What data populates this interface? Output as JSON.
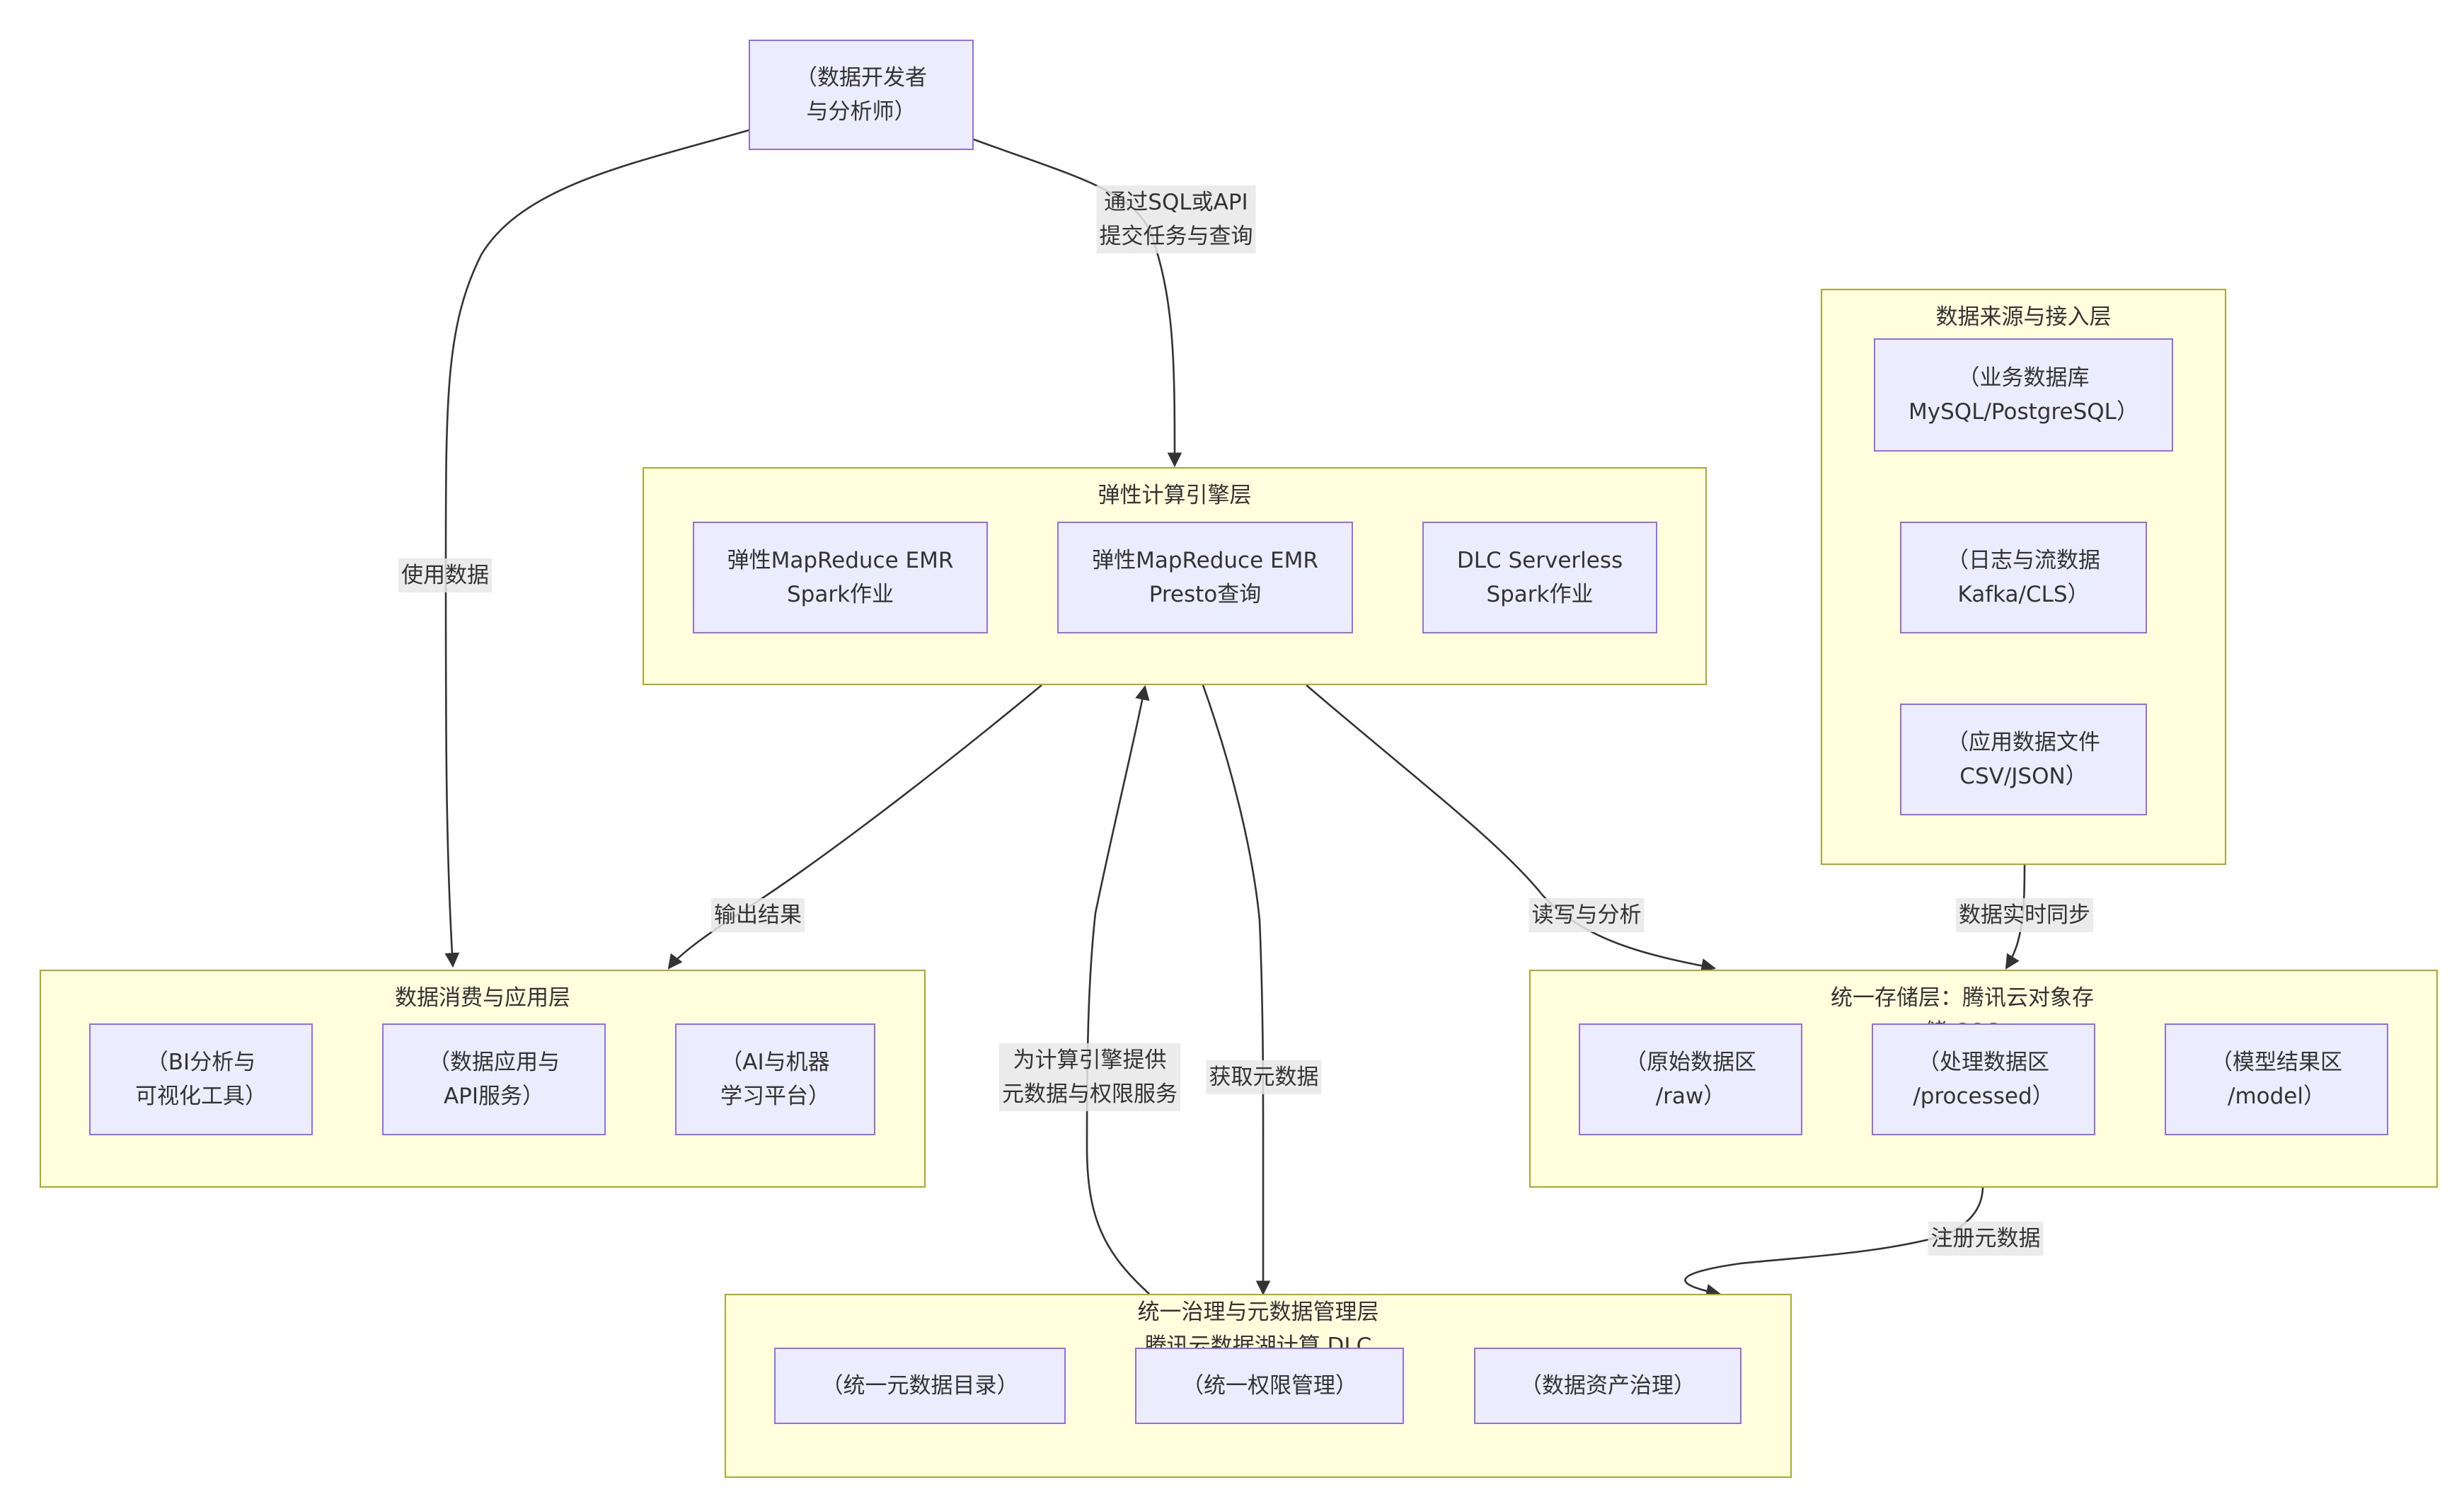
{
  "nodes": {
    "developer": "（数据开发者\n与分析师）"
  },
  "clusters": {
    "compute": {
      "title": "弹性计算引擎层",
      "nodes": [
        "弹性MapReduce EMR\nSpark作业",
        "弹性MapReduce EMR\nPresto查询",
        "DLC Serverless\nSpark作业"
      ]
    },
    "source": {
      "title": "数据来源与接入层",
      "nodes": [
        "（业务数据库\nMySQL/PostgreSQL）",
        "（日志与流数据\nKafka/CLS）",
        "（应用数据文件\nCSV/JSON）"
      ]
    },
    "consume": {
      "title": "数据消费与应用层",
      "nodes": [
        "（BI分析与\n可视化工具）",
        "（数据应用与\nAPI服务）",
        "（AI与机器\n学习平台）"
      ]
    },
    "storage": {
      "title": "统一存储层：腾讯云对象存\n储 COS",
      "nodes": [
        "（原始数据区\n/raw）",
        "（处理数据区\n/processed）",
        "（模型结果区\n/model）"
      ]
    },
    "governance": {
      "title": "统一治理与元数据管理层\n腾讯云数据湖计算 DLC",
      "nodes": [
        "（统一元数据目录）",
        "（统一权限管理）",
        "（数据资产治理）"
      ]
    }
  },
  "edges": {
    "dev_to_compute": "通过SQL或API\n提交任务与查询",
    "dev_to_consume": "使用数据",
    "compute_to_consume": "输出结果",
    "compute_to_storage": "读写与分析",
    "source_to_storage": "数据实时同步",
    "governance_to_compute": "为计算引擎提供\n元数据与权限服务",
    "compute_to_governance": "获取元数据",
    "storage_to_governance": "注册元数据"
  }
}
